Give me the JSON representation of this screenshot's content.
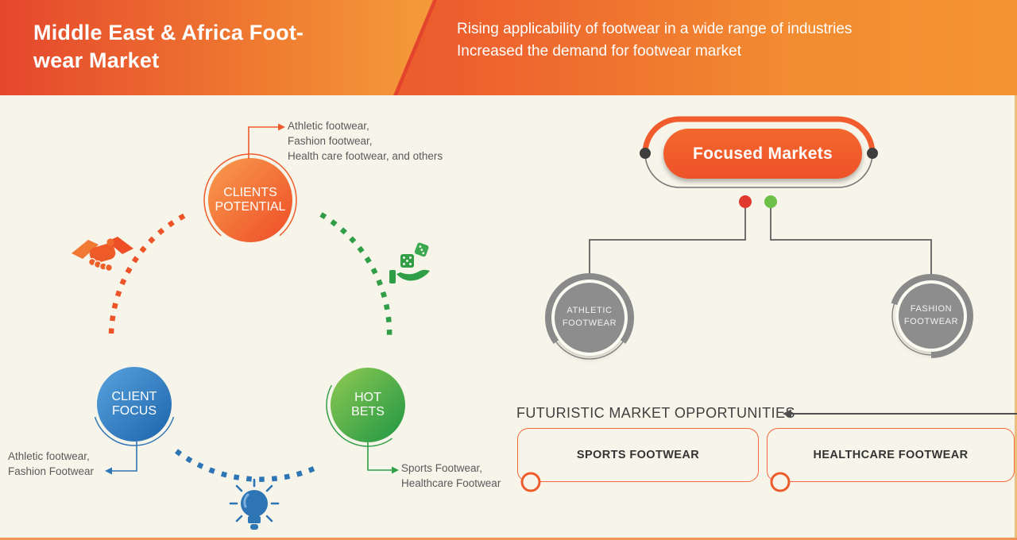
{
  "header": {
    "title": "Middle East & Africa Foot-\nwear Market",
    "subtitle_line1": "Rising applicability of footwear in a wide range of industries",
    "subtitle_line2": "Increased the demand for footwear market"
  },
  "cycle": {
    "clients_potential": {
      "label": "CLIENTS\nPOTENTIAL",
      "annotation": "Athletic footwear,\nFashion footwear,\nHealth care footwear, and others"
    },
    "client_focus": {
      "label": "CLIENT\nFOCUS",
      "annotation": "Athletic footwear,\nFashion Footwear"
    },
    "hot_bets": {
      "label": "HOT\nBETS",
      "annotation": "Sports Footwear,\nHealthcare Footwear"
    }
  },
  "focused_markets": {
    "title": "Focused Markets",
    "branches": [
      {
        "label": "ATHLETIC\nFOOTWEAR",
        "dot_color": "#e0392d"
      },
      {
        "label": "FASHION\nFOOTWEAR",
        "dot_color": "#6cbf47"
      }
    ]
  },
  "opportunities": {
    "title": "FUTURISTIC MARKET OPPORTUNITIES",
    "items": [
      {
        "label": "SPORTS FOOTWEAR"
      },
      {
        "label": "HEALTHCARE FOOTWEAR"
      }
    ]
  },
  "icons": {
    "handshake": "handshake-icon",
    "hand_dice": "hand-dice-icon",
    "lightbulb": "lightbulb-icon"
  },
  "colors": {
    "accent_orange": "#ef5b2b",
    "accent_blue": "#2e75b5",
    "accent_green": "#2f9e47",
    "node_gray": "#8d8d8d",
    "pill_orange": "#f15b2d",
    "background_cream": "#f7f5e9"
  }
}
